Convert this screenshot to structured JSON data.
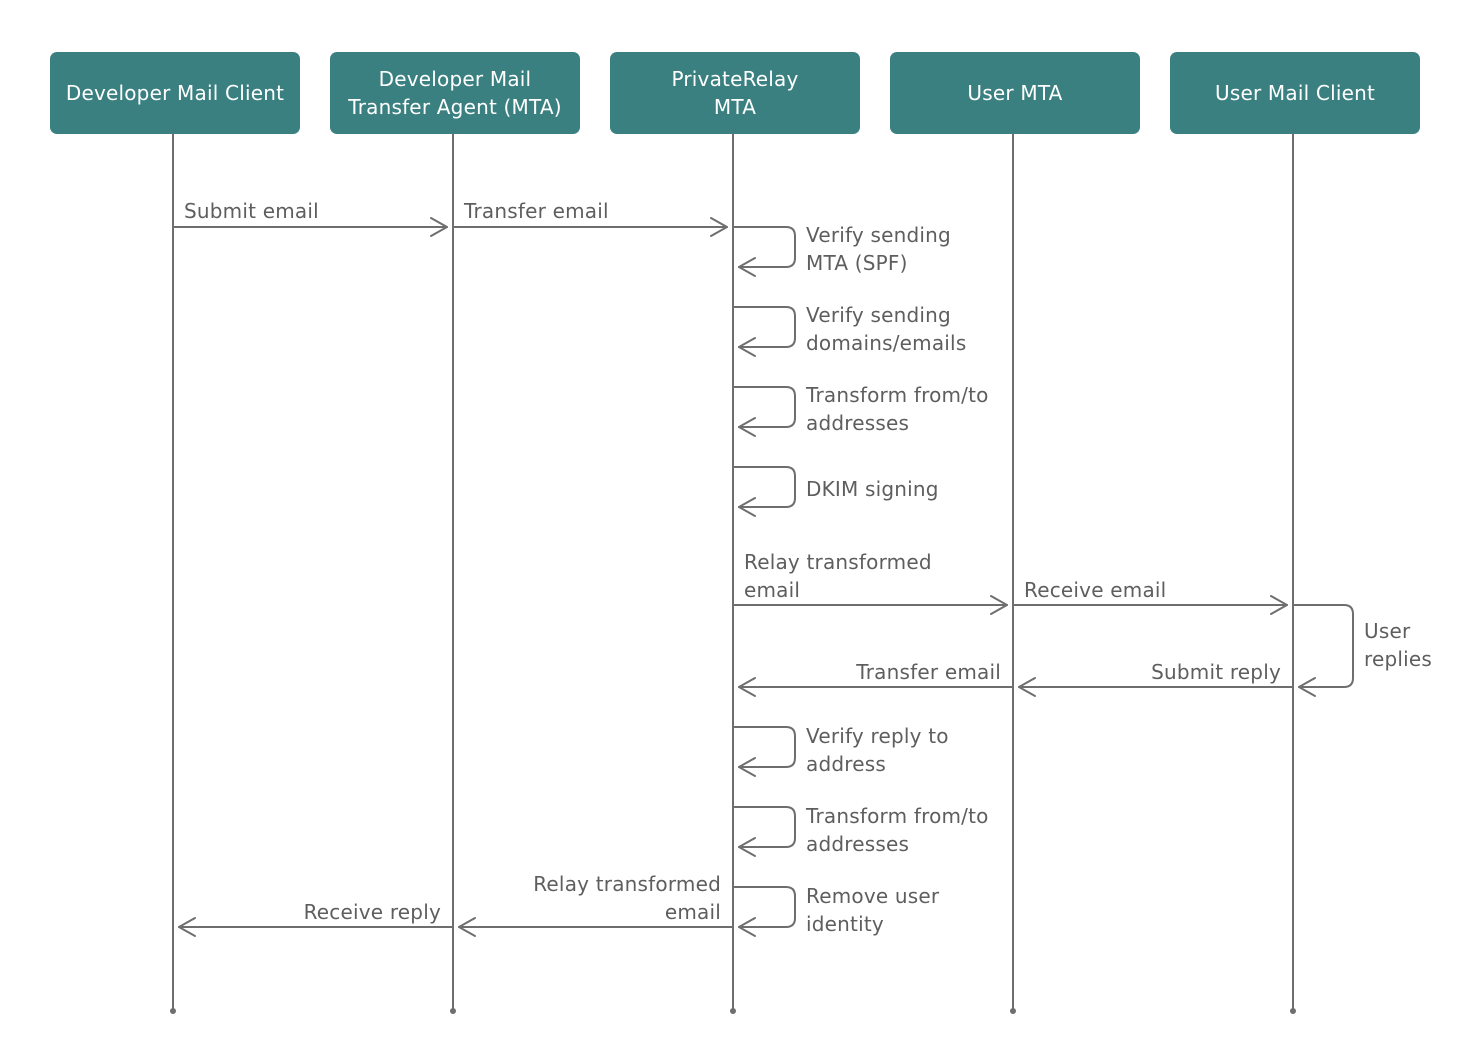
{
  "actors": [
    {
      "id": "dev-client",
      "label": "Developer Mail Client"
    },
    {
      "id": "dev-mta",
      "label": "Developer Mail\nTransfer Agent (MTA)"
    },
    {
      "id": "relay-mta",
      "label": "PrivateRelay\nMTA"
    },
    {
      "id": "user-mta",
      "label": "User MTA"
    },
    {
      "id": "user-client",
      "label": "User Mail Client"
    }
  ],
  "messages": {
    "submit_email": "Submit email",
    "transfer_email_1": "Transfer email",
    "verify_spf": [
      "Verify sending",
      "MTA (SPF)"
    ],
    "verify_domains": [
      "Verify sending",
      "domains/emails"
    ],
    "transform_1": [
      "Transform from/to",
      "addresses"
    ],
    "dkim": "DKIM signing",
    "relay_transformed_1": [
      "Relay transformed",
      "email"
    ],
    "receive_email": "Receive email",
    "user_replies": [
      "User",
      "replies"
    ],
    "transfer_email_2": "Transfer email",
    "submit_reply": "Submit reply",
    "verify_reply": [
      "Verify reply to",
      "address"
    ],
    "transform_2": [
      "Transform from/to",
      "addresses"
    ],
    "relay_transformed_2": [
      "Relay transformed",
      "email"
    ],
    "remove_identity": [
      "Remove user",
      "identity"
    ],
    "receive_reply": "Receive reply"
  },
  "colors": {
    "actor_fill": "#3a8080",
    "actor_text": "#ffffff",
    "line": "#6e6e6e",
    "label_text": "#5e5e5e"
  }
}
